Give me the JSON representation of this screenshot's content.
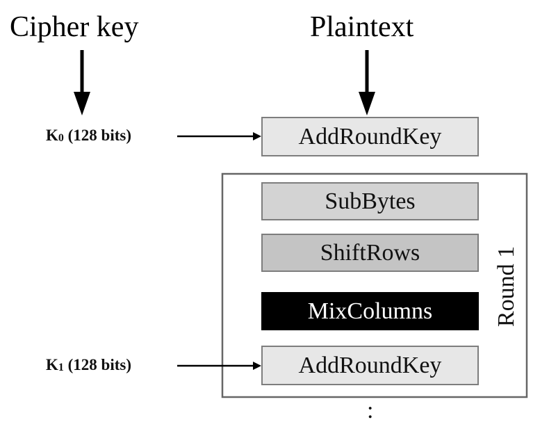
{
  "diagram": {
    "cipher_key_label": "Cipher key",
    "plaintext_label": "Plaintext",
    "key0": {
      "prefix": "K",
      "subscript": "0",
      "suffix": " (128 bits)"
    },
    "key1": {
      "prefix": "K",
      "subscript": "1",
      "suffix": " (128 bits)"
    },
    "initial_step": "AddRoundKey",
    "round": {
      "label": "Round 1",
      "steps": [
        "SubBytes",
        "ShiftRows",
        "MixColumns",
        "AddRoundKey"
      ]
    },
    "continuation": ":"
  },
  "colors": {
    "light_box": "#e7e7e7",
    "shift_box": "#c4c4c4",
    "highlight_box": "#000000",
    "highlight_text": "#ffffff",
    "line": "#000000"
  }
}
